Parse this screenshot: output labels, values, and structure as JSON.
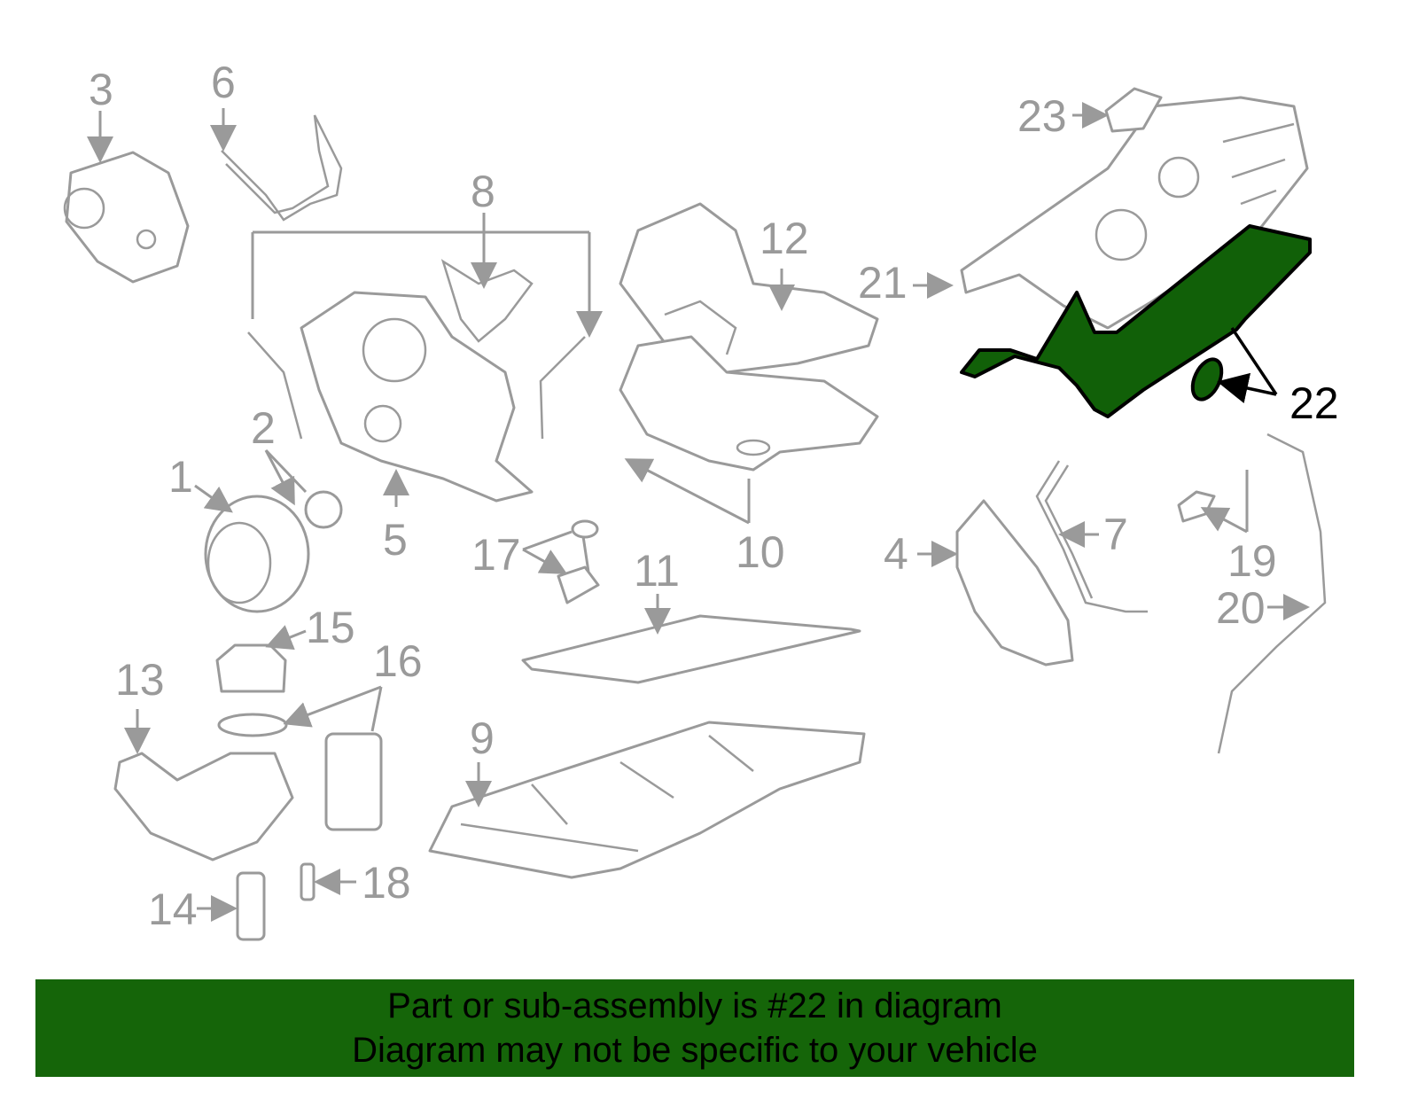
{
  "diagram": {
    "highlighted_part": "22",
    "highlight_color": "#116008",
    "part_outline_color": "#9a9a9a",
    "callouts": [
      "1",
      "2",
      "3",
      "4",
      "5",
      "6",
      "7",
      "8",
      "9",
      "10",
      "11",
      "12",
      "13",
      "14",
      "15",
      "16",
      "17",
      "18",
      "19",
      "20",
      "21",
      "22",
      "23"
    ]
  },
  "banner": {
    "line1": "Part or sub-assembly is #22 in diagram",
    "line2": "Diagram may not be specific to your vehicle",
    "background": "#156509"
  }
}
